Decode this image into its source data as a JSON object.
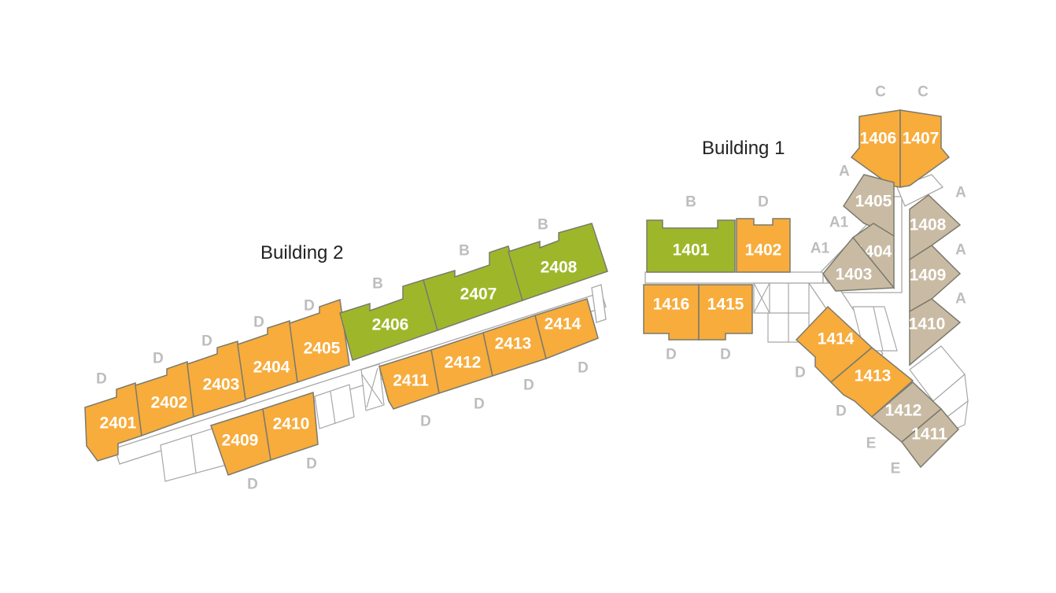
{
  "buildings": {
    "b1": {
      "title": "Building 1"
    },
    "b2": {
      "title": "Building 2"
    }
  },
  "colors": {
    "type_d": "#f7ac3c",
    "type_b": "#9eb72a",
    "type_a": "#c9bba3",
    "type_e": "#c9bba3",
    "type_c": "#f7ac3c",
    "label_gray": "#bdbdbd"
  },
  "units": {
    "u2401": {
      "number": "2401",
      "type": "D"
    },
    "u2402": {
      "number": "2402",
      "type": "D"
    },
    "u2403": {
      "number": "2403",
      "type": "D"
    },
    "u2404": {
      "number": "2404",
      "type": "D"
    },
    "u2405": {
      "number": "2405",
      "type": "D"
    },
    "u2406": {
      "number": "2406",
      "type": "B"
    },
    "u2407": {
      "number": "2407",
      "type": "B"
    },
    "u2408": {
      "number": "2408",
      "type": "B"
    },
    "u2409": {
      "number": "2409",
      "type": "D"
    },
    "u2410": {
      "number": "2410",
      "type": "D"
    },
    "u2411": {
      "number": "2411",
      "type": "D"
    },
    "u2412": {
      "number": "2412",
      "type": "D"
    },
    "u2413": {
      "number": "2413",
      "type": "D"
    },
    "u2414": {
      "number": "2414",
      "type": "D"
    },
    "u1401": {
      "number": "1401",
      "type": "B"
    },
    "u1402": {
      "number": "1402",
      "type": "D"
    },
    "u1403": {
      "number": "1403",
      "type": "A1"
    },
    "u1404": {
      "number": "1404",
      "type": "A1"
    },
    "u1405": {
      "number": "1405",
      "type": "A"
    },
    "u1406": {
      "number": "1406",
      "type": "C"
    },
    "u1407": {
      "number": "1407",
      "type": "C"
    },
    "u1408": {
      "number": "1408",
      "type": "A"
    },
    "u1409": {
      "number": "1409",
      "type": "A"
    },
    "u1410": {
      "number": "1410",
      "type": "A"
    },
    "u1411": {
      "number": "1411",
      "type": "E"
    },
    "u1412": {
      "number": "1412",
      "type": "E"
    },
    "u1413": {
      "number": "1413",
      "type": "D"
    },
    "u1414": {
      "number": "1414",
      "type": "D"
    },
    "u1415": {
      "number": "1415",
      "type": "D"
    },
    "u1416": {
      "number": "1416",
      "type": "D"
    }
  }
}
